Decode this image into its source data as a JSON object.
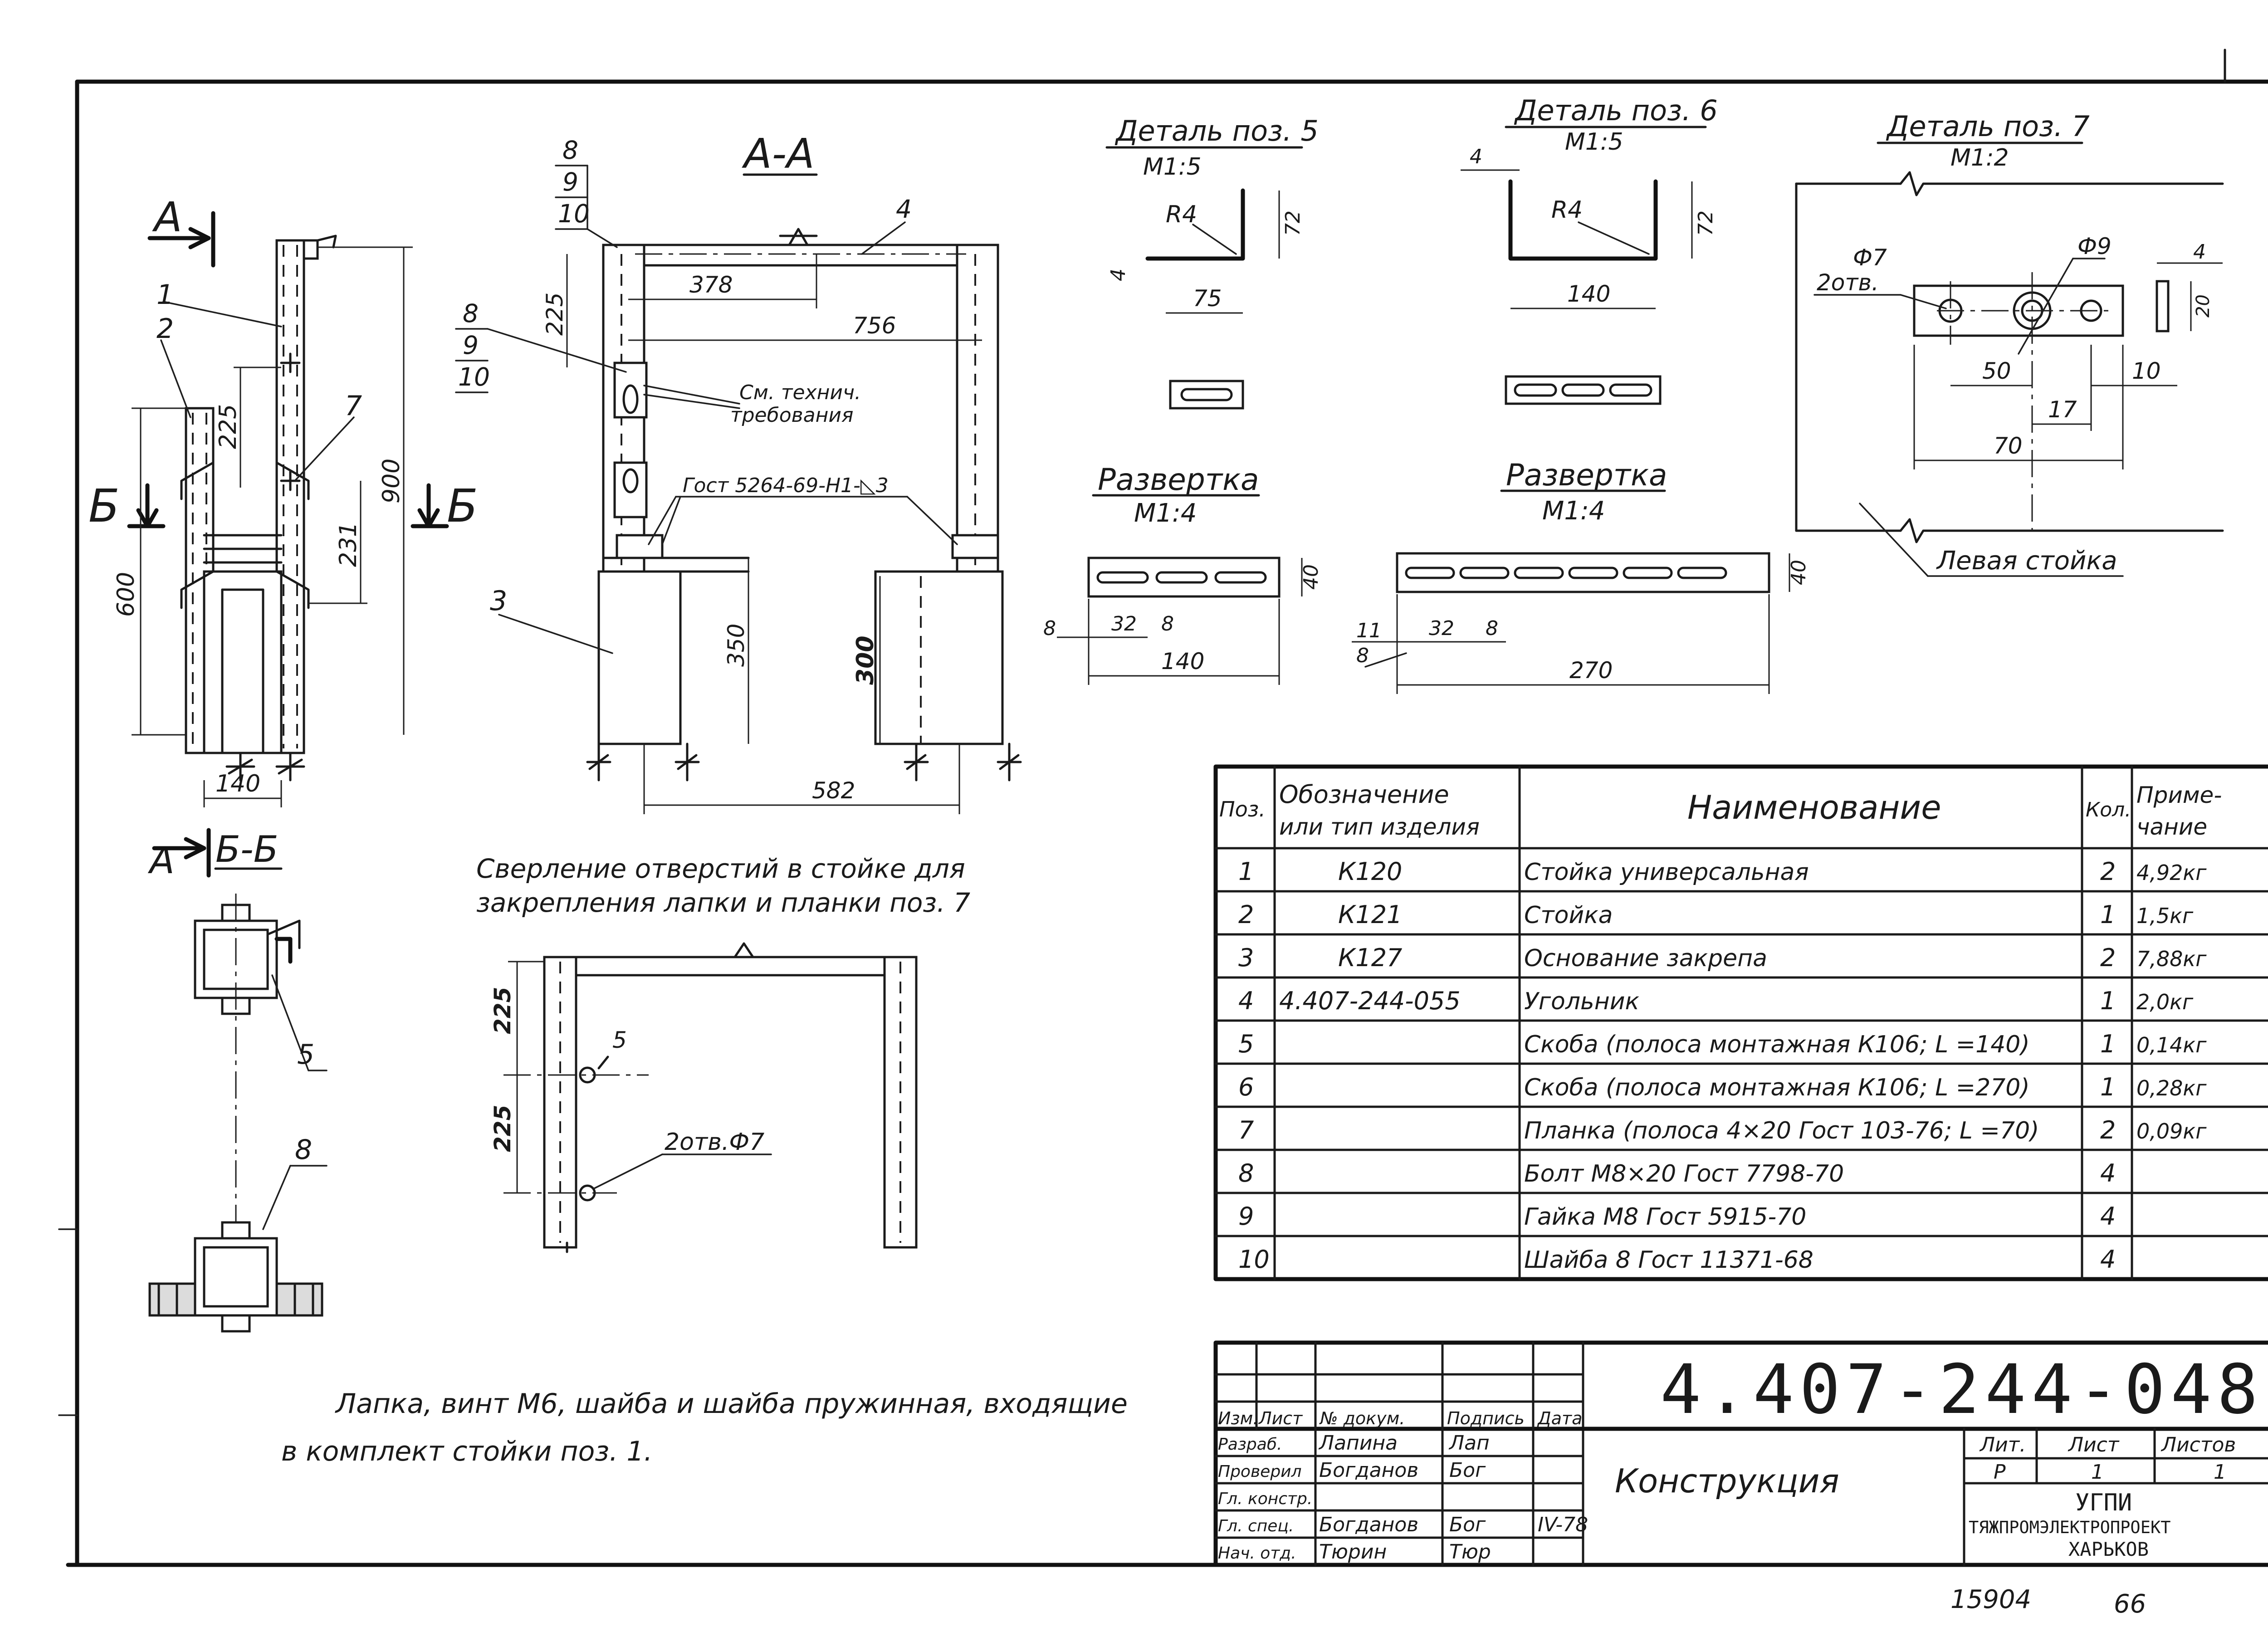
{
  "doc_number": "4.407-244-048",
  "doc_title": "Конструкция",
  "bottom_note_1": "Лапка, винт М6, шайба и шайба пружинная, входящие",
  "bottom_note_2": "в комплект стойки поз. 1.",
  "handwritten_1": "15904",
  "handwritten_2": "66",
  "views": {
    "left": {
      "section_a": "А",
      "section_b": "Б",
      "section_a2": "А",
      "section_bb": "Б-Б",
      "d_140": "140",
      "d_600": "600",
      "d_900": "900",
      "d_225": "225",
      "d_231": "231",
      "p1": "1",
      "p2": "2",
      "p7": "7",
      "p5": "5",
      "p8": "8"
    },
    "aa": {
      "title": "А-А",
      "p8": "8",
      "p9": "9",
      "p10": "10",
      "p8b": "8",
      "p9b": "9",
      "p10b": "10",
      "p4": "4",
      "p3": "3",
      "d_378": "378",
      "d_756": "756",
      "d_225": "225",
      "d_350": "350",
      "d_300": "300",
      "d_582": "582",
      "note_tech_1": "См. технич.",
      "note_tech_2": "требования",
      "gost_weld": "Гост 5264-69-Н1-◺3"
    },
    "drill": {
      "title_1": "Сверление отверстий в стойке для",
      "title_2": "закрепления лапки и планки поз. 7",
      "d_225a": "225",
      "d_225b": "225",
      "p5": "5",
      "holes": "2отв.Ф7"
    },
    "det5": {
      "title": "Деталь поз. 5",
      "scale": "М1:5",
      "r": "R4",
      "d_72": "72",
      "d_75": "75",
      "d_4": "4",
      "unfold": "Развертка",
      "unfold_scale": "М1:4",
      "d_40": "40",
      "d_8": "8",
      "d_32": "32",
      "d_8b": "8",
      "d_140": "140"
    },
    "det6": {
      "title": "Деталь поз. 6",
      "scale": "М1:5",
      "r": "R4",
      "d_72": "72",
      "d_140": "140",
      "d_4": "4",
      "unfold": "Развертка",
      "unfold_scale": "М1:4",
      "d_40": "40",
      "d_11": "11",
      "d_32": "32",
      "d_8": "8",
      "d_8b": "8",
      "d_270": "270"
    },
    "det7": {
      "title": "Деталь поз. 7",
      "scale": "М1:2",
      "holes_d": "Ф7",
      "holes_n": "2отв.",
      "hole_big": "Ф9",
      "d_4": "4",
      "d_20": "20",
      "d_50": "50",
      "d_10": "10",
      "d_17": "17",
      "d_70": "70",
      "left_post": "Левая стойка"
    }
  },
  "spec": {
    "headers": {
      "pos": "Поз.",
      "code_1": "Обозначение",
      "code_2": "или тип изделия",
      "name": "Наименование",
      "qty": "Кол.",
      "note_1": "Приме-",
      "note_2": "чание"
    },
    "rows": [
      {
        "pos": "1",
        "code": "К120",
        "name": "Стойка универсальная",
        "qty": "2",
        "note": "4,92кг"
      },
      {
        "pos": "2",
        "code": "К121",
        "name": "Стойка",
        "qty": "1",
        "note": "1,5кг"
      },
      {
        "pos": "3",
        "code": "К127",
        "name": "Основание закрепа",
        "qty": "2",
        "note": "7,88кг"
      },
      {
        "pos": "4",
        "code": "4.407-244-055",
        "name": "Угольник",
        "qty": "1",
        "note": "2,0кг"
      },
      {
        "pos": "5",
        "code": "",
        "name": "Скоба (полоса монтажная К106; L =140)",
        "qty": "1",
        "note": "0,14кг"
      },
      {
        "pos": "6",
        "code": "",
        "name": "Скоба (полоса монтажная К106; L =270)",
        "qty": "1",
        "note": "0,28кг"
      },
      {
        "pos": "7",
        "code": "",
        "name": "Планка (полоса 4×20 Гост 103-76; L =70)",
        "qty": "2",
        "note": "0,09кг"
      },
      {
        "pos": "8",
        "code": "",
        "name": "Болт М8×20 Гост 7798-70",
        "qty": "4",
        "note": ""
      },
      {
        "pos": "9",
        "code": "",
        "name": "Гайка М8 Гост 5915-70",
        "qty": "4",
        "note": ""
      },
      {
        "pos": "10",
        "code": "",
        "name": "Шайба 8 Гост 11371-68",
        "qty": "4",
        "note": ""
      }
    ]
  },
  "stamp": {
    "h_izm": "Изм.",
    "h_list": "Лист",
    "h_doc": "№ докум.",
    "h_sign": "Подпись",
    "h_date": "Дата",
    "roles": [
      {
        "role": "Разраб.",
        "name": "Лапина",
        "sign": "Лап",
        "date": ""
      },
      {
        "role": "Проверил",
        "name": "Богданов",
        "sign": "Бог",
        "date": ""
      },
      {
        "role": "Гл. констр.",
        "name": "",
        "sign": "",
        "date": ""
      },
      {
        "role": "Гл. спец.",
        "name": "Богданов",
        "sign": "Бог",
        "date": "IV-78"
      },
      {
        "role": "Нач. отд.",
        "name": "Тюрин",
        "sign": "Тюр",
        "date": ""
      }
    ],
    "lit_h": "Лит.",
    "sheet_h": "Лист",
    "sheets_h": "Листов",
    "lit": "Р",
    "sheet": "1",
    "sheets": "1",
    "org_1": "УГПИ",
    "org_2": "ТЯЖПРОМЭЛЕКТРОПРОЕКТ",
    "org_3": "ХАРЬКОВ"
  }
}
